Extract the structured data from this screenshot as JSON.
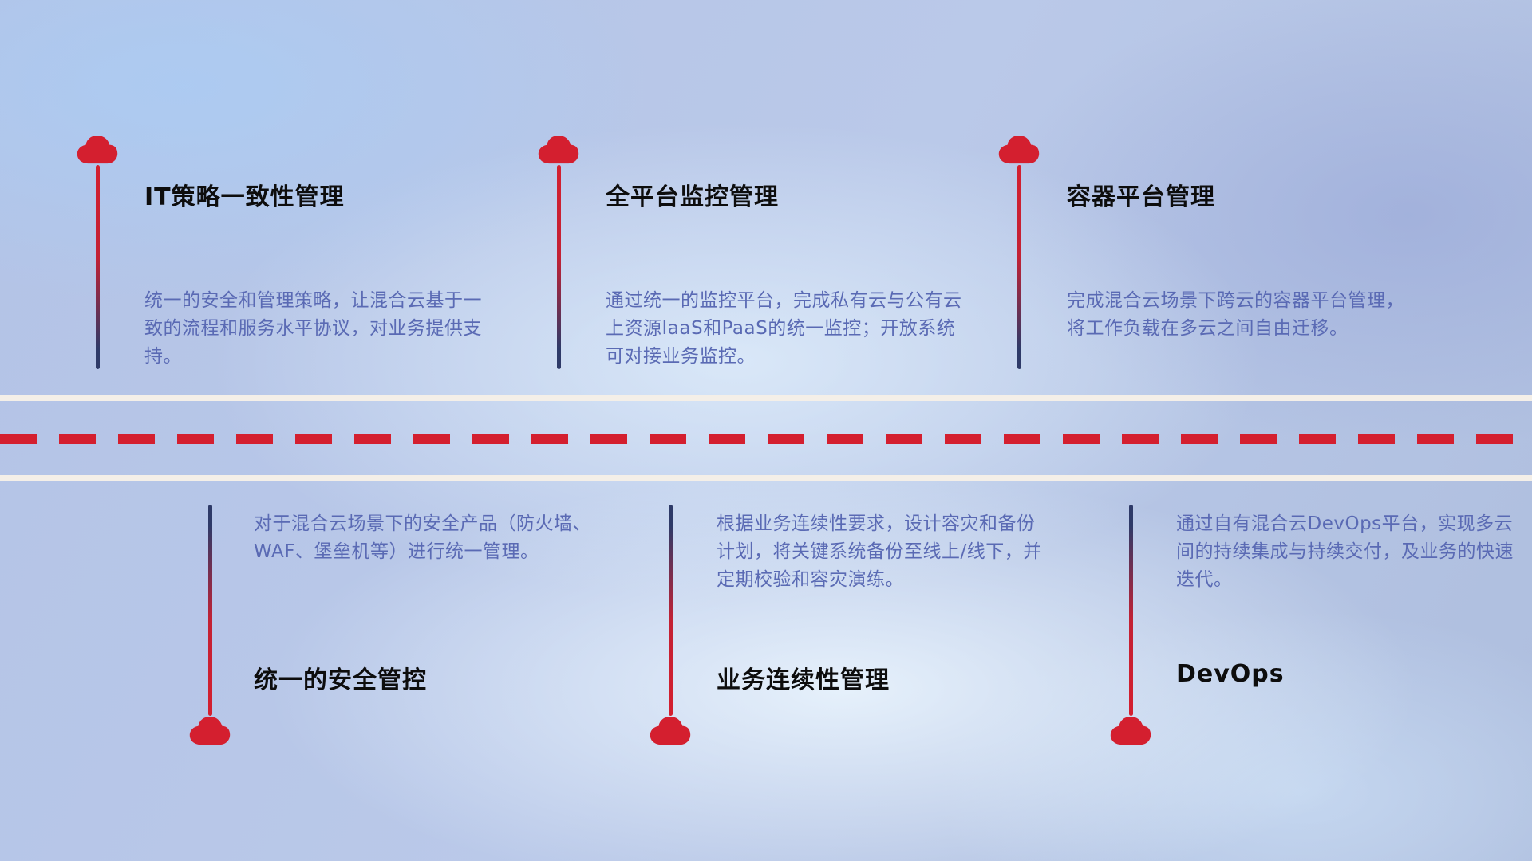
{
  "top_items": [
    {
      "title": "IT策略一致性管理",
      "desc": "统一的安全和管理策略，让混合云基于一致的流程和服务水平协议，对业务提供支持。"
    },
    {
      "title": "全平台监控管理",
      "desc": "通过统一的监控平台，完成私有云与公有云上资源IaaS和PaaS的统一监控；开放系统可对接业务监控。"
    },
    {
      "title": "容器平台管理",
      "desc": "完成混合云场景下跨云的容器平台管理，将工作负载在多云之间自由迁移。"
    }
  ],
  "bottom_items": [
    {
      "title": "统一的安全管控",
      "desc": "对于混合云场景下的安全产品（防火墙、WAF、堡垒机等）进行统一管理。"
    },
    {
      "title": "业务连续性管理",
      "desc": "根据业务连续性要求，设计容灾和备份计划，将关键系统备份至线上/线下，并定期校验和容灾演练。"
    },
    {
      "title": "DevOps",
      "desc": "通过自有混合云DevOps平台，实现多云间的持续集成与持续交付，及业务的快速迭代。"
    }
  ],
  "colors": {
    "cloud_red": "#d41f2f",
    "stem_navy": "#2e3a68",
    "desc_blue": "#5a6ab4",
    "title_black": "#0d0d0d",
    "road_white": "#f4efe8",
    "background_blue": "#b6c5e6"
  }
}
